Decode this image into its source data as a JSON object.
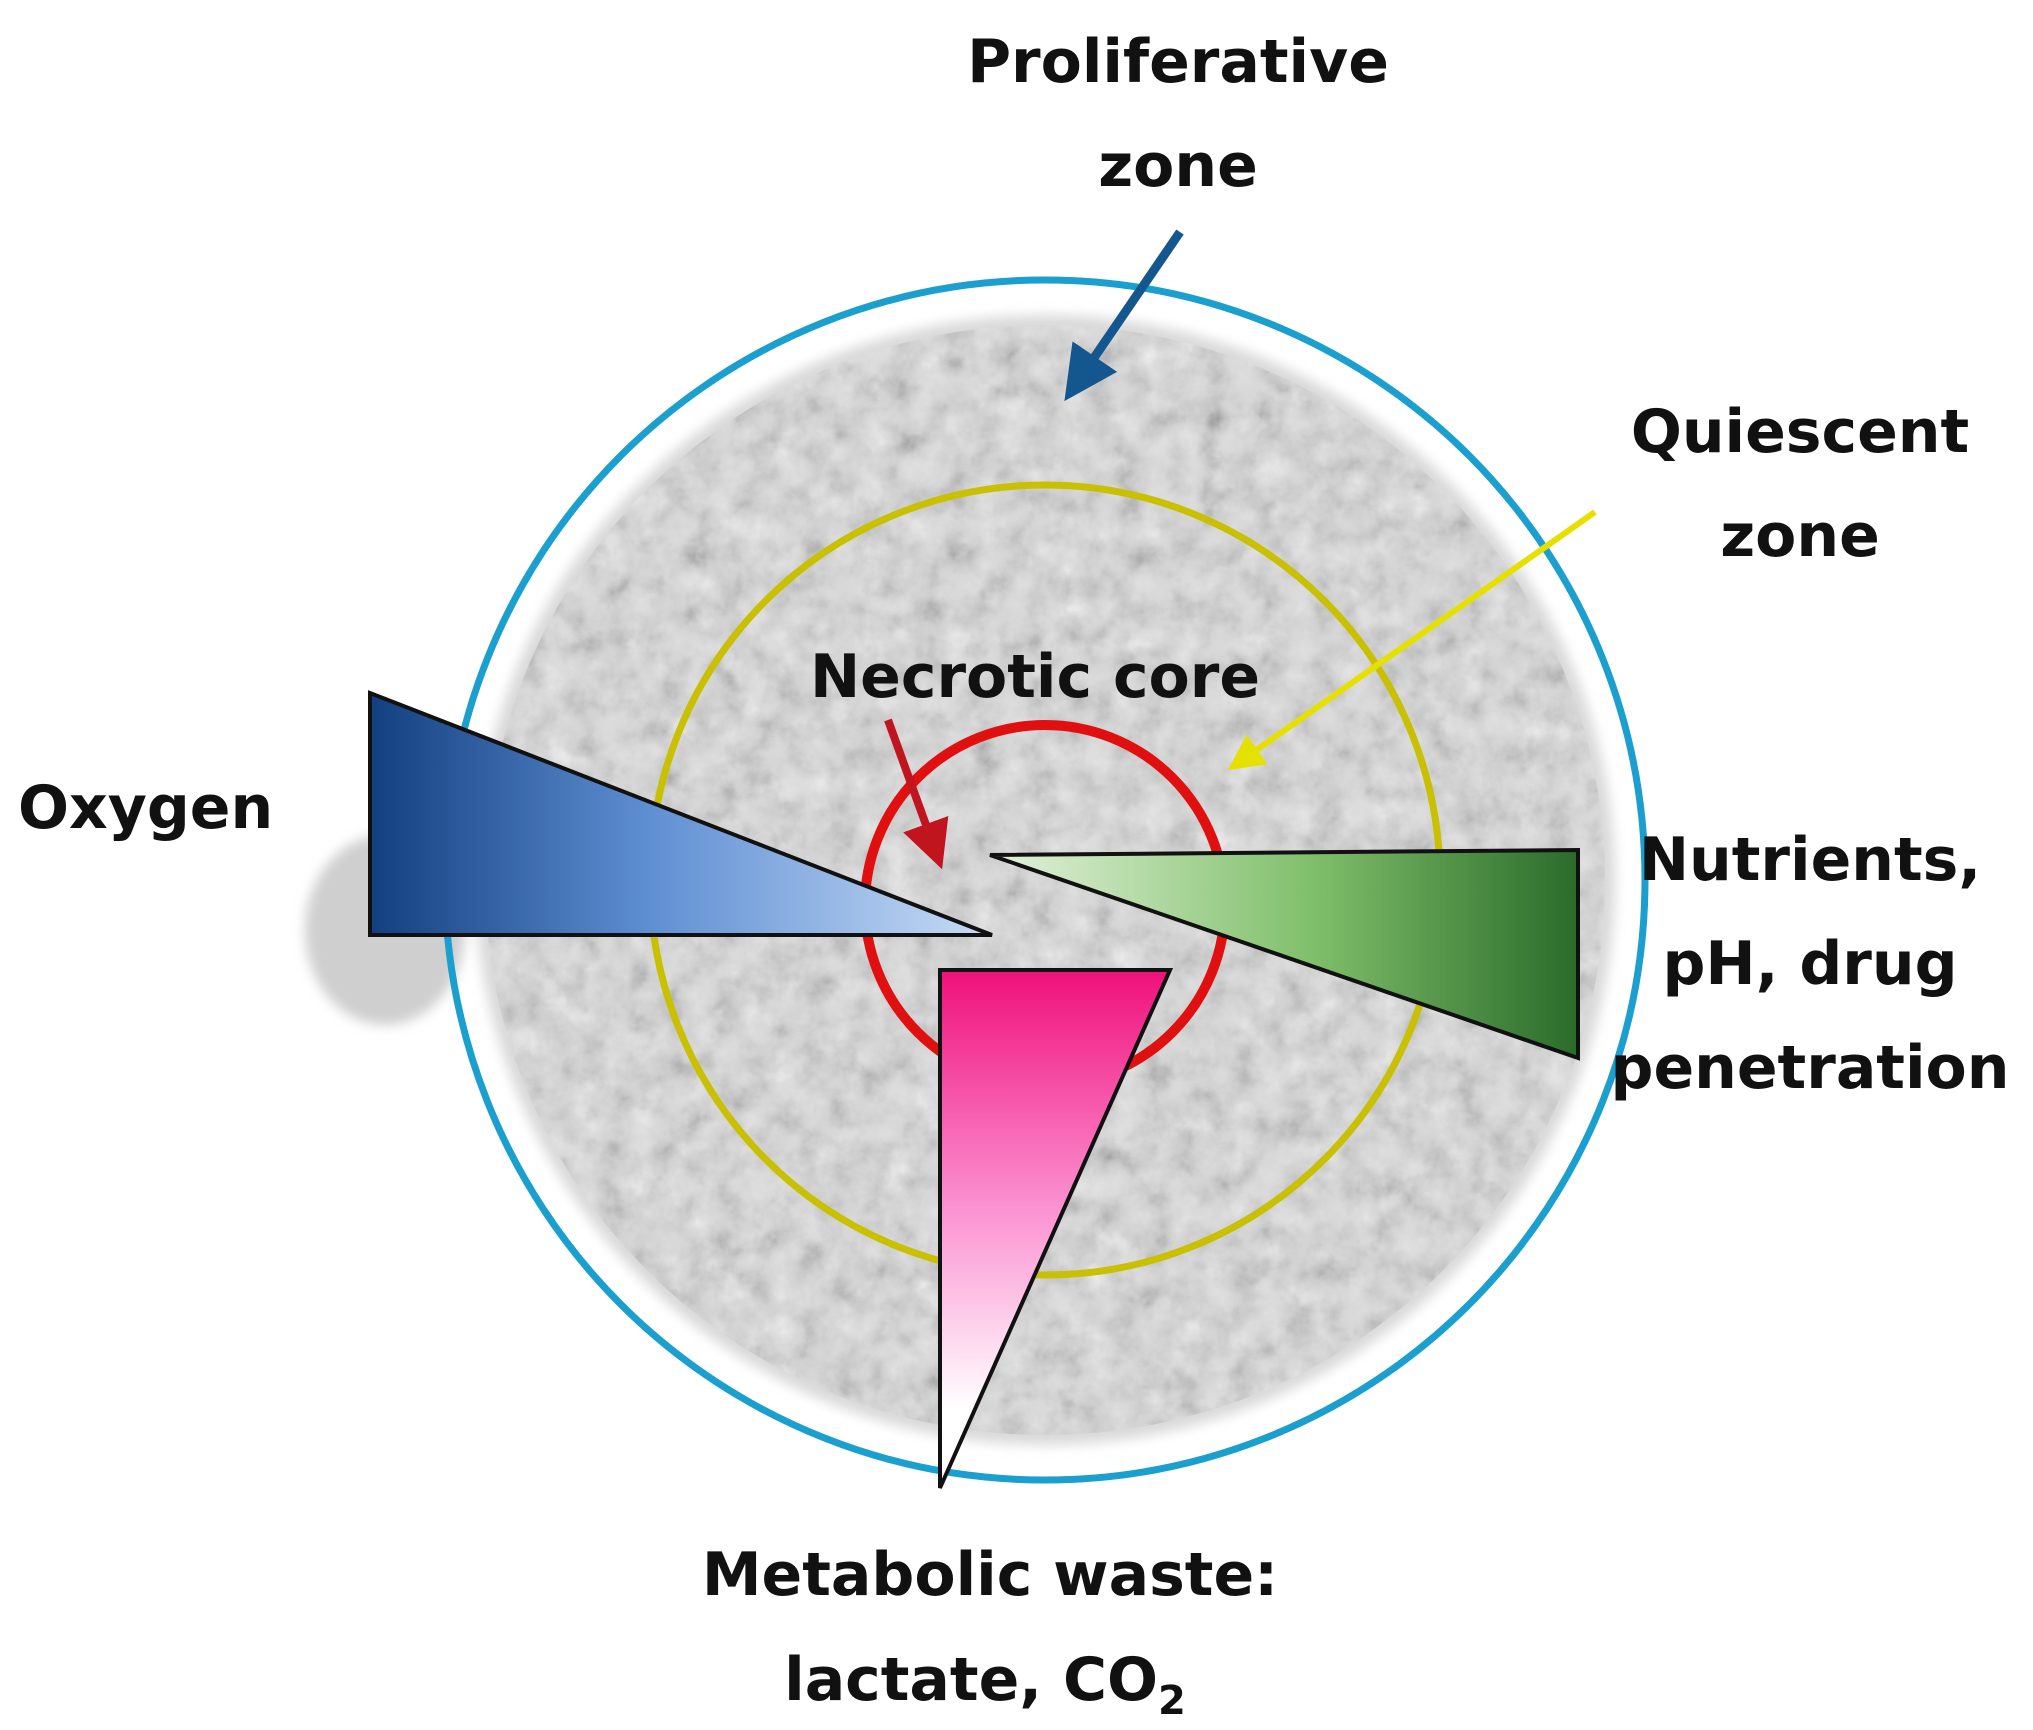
{
  "labels": {
    "proliferative_line1": "Proliferative",
    "proliferative_line2": "zone",
    "quiescent_line1": "Quiescent",
    "quiescent_line2": "zone",
    "necrotic": "Necrotic core",
    "oxygen": "Oxygen",
    "nutrients_line1": "Nutrients,",
    "nutrients_line2": "pH, drug",
    "nutrients_line3": "penetration",
    "waste_line1": "Metabolic waste:",
    "waste_line2_main": "lactate, CO",
    "waste_line2_sub": "2"
  },
  "colors": {
    "proliferative_ring": "#1a9fcf",
    "quiescent_ring": "#c8c000",
    "necrotic_ring": "#e01010",
    "proliferative_arrow": "#14578f",
    "quiescent_arrow": "#e6e000",
    "necrotic_arrow": "#c0141e",
    "oxygen_dark": "#123f7f",
    "oxygen_light": "#c8dcf6",
    "nutrients_dark": "#2a6b2a",
    "nutrients_light": "#e4f2dc",
    "waste_dark": "#f0107a",
    "waste_light": "#ffffff"
  }
}
